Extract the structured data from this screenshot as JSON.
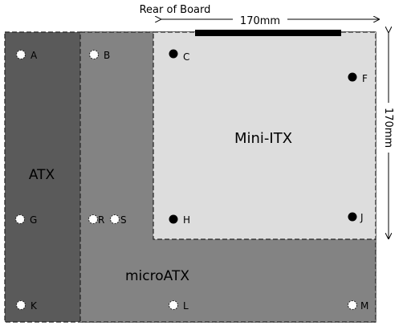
{
  "header": {
    "rear_label": "Rear of Board",
    "width_dimension": "170mm"
  },
  "side": {
    "height_dimension": "170mm"
  },
  "regions": {
    "atx": {
      "label": "ATX",
      "color": "#5a5a5a"
    },
    "microatx": {
      "label": "microATX",
      "color": "#838383"
    },
    "mini_itx": {
      "label": "Mini-ITX",
      "color": "#dddddd"
    }
  },
  "holes": {
    "A": "A",
    "B": "B",
    "C": "C",
    "F": "F",
    "G": "G",
    "R": "R",
    "S": "S",
    "H": "H",
    "J": "J",
    "K": "K",
    "L": "L",
    "M": "M"
  }
}
